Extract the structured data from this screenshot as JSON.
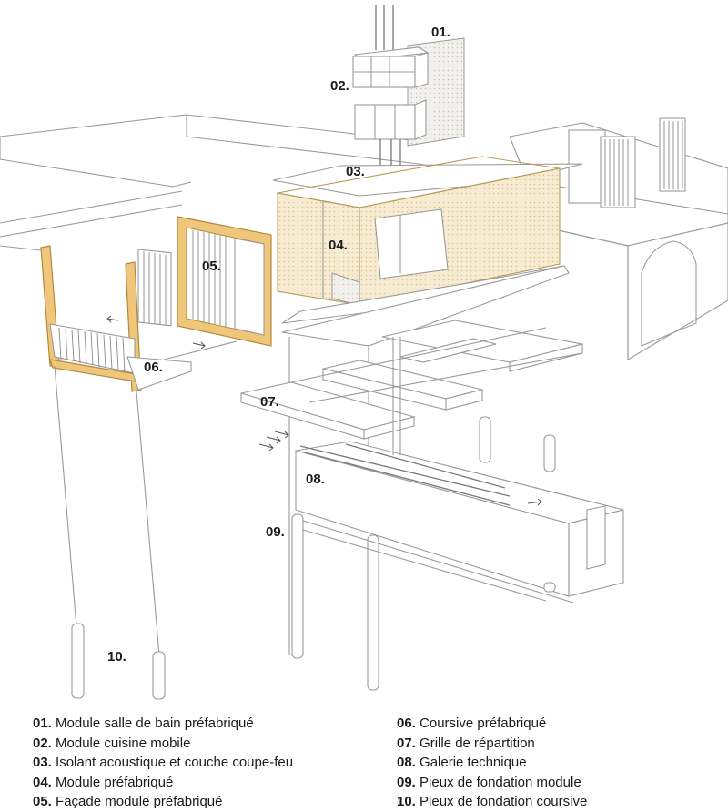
{
  "labels": {
    "l01": "01.",
    "l02": "02.",
    "l03": "03.",
    "l04": "04.",
    "l05": "05.",
    "l06": "06.",
    "l07": "07.",
    "l08": "08.",
    "l09": "09.",
    "l10": "10."
  },
  "legend": {
    "left": [
      {
        "num": "01.",
        "text": "Module salle de bain préfabriqué"
      },
      {
        "num": "02.",
        "text": "Module cuisine mobile"
      },
      {
        "num": "03.",
        "text": "Isolant acoustique et couche coupe-feu"
      },
      {
        "num": "04.",
        "text": "Module préfabriqué"
      },
      {
        "num": "05.",
        "text": "Façade module préfabriqué"
      }
    ],
    "right": [
      {
        "num": "06.",
        "text": "Coursive préfabriqué"
      },
      {
        "num": "07.",
        "text": "Grille de répartition"
      },
      {
        "num": "08.",
        "text": "Galerie technique"
      },
      {
        "num": "09.",
        "text": "Pieux de fondation module"
      },
      {
        "num": "10.",
        "text": "Pieux de fondation coursive"
      }
    ]
  },
  "colors": {
    "wood": "#f0c77a",
    "insulation": "#f7e6bf",
    "line": "#9a9a9a"
  }
}
